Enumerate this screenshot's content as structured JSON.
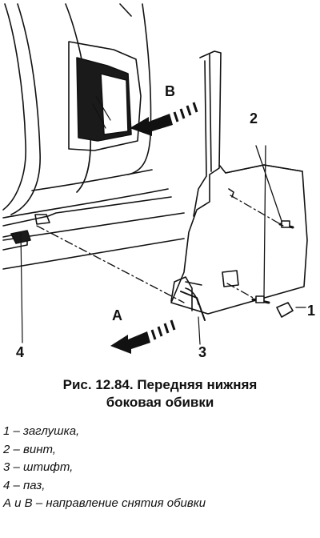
{
  "figure": {
    "callouts": {
      "label_1": "1",
      "label_2": "2",
      "label_3": "3",
      "label_4": "4",
      "label_a": "A",
      "label_b": "B"
    }
  },
  "caption": {
    "title_line1": "Рис. 12.84. Передняя нижняя",
    "title_line2": "боковая обивки",
    "legend": [
      "1 – заглушка,",
      "2 – винт,",
      "3 – штифт,",
      "4 – паз,",
      "А и В – направление снятия обивки"
    ]
  }
}
